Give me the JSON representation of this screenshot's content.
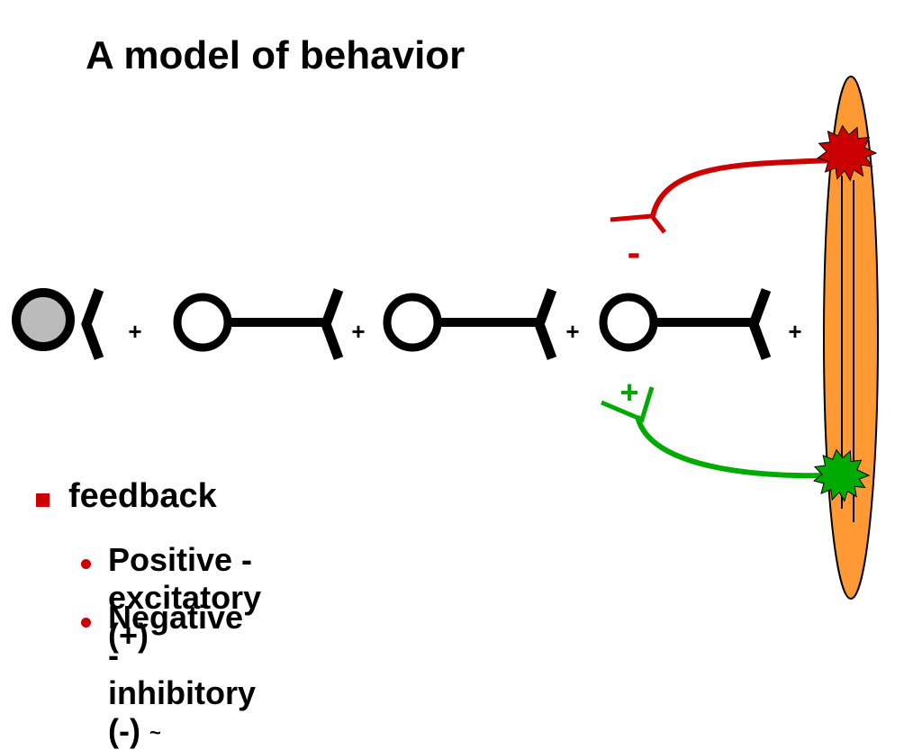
{
  "title": "A model of behavior",
  "diagram": {
    "chain_signs": [
      "+",
      "+",
      "+",
      "+"
    ],
    "negative_feedback_sign": "-",
    "positive_feedback_sign": "+",
    "colors": {
      "neuron": "#000000",
      "sensory_fill": "#bbbbbb",
      "muscle_fill": "#ff9933",
      "negative": "#cc0000",
      "positive": "#00aa00",
      "sign_text": "#000000"
    }
  },
  "bullets": [
    {
      "label": "feedback",
      "children": [
        {
          "label": "Positive - excitatory (+)"
        },
        {
          "label": "Negative - inhibitory (-)",
          "suffix": "~"
        }
      ]
    }
  ]
}
